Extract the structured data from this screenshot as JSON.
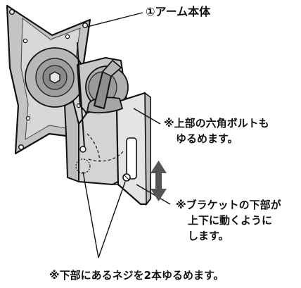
{
  "callouts": {
    "arm_body": "①アーム本体",
    "bolt_line1": "※上部の六角ボルトも",
    "bolt_line2": "ゆるめます。",
    "bracket_line1": "※ブラケットの下部が",
    "bracket_line2": "上下に動くように",
    "bracket_line3": "します。",
    "screws": "※下部にあるネジを2本ゆるめます。"
  },
  "colors": {
    "line": "#111111",
    "body_light": "#dcdcdc",
    "body_mid": "#bcbcbc",
    "body_dark": "#8c8c8c",
    "arrow": "#555555"
  },
  "icons": {
    "motion_arrow": "up-down-arrow-icon"
  }
}
